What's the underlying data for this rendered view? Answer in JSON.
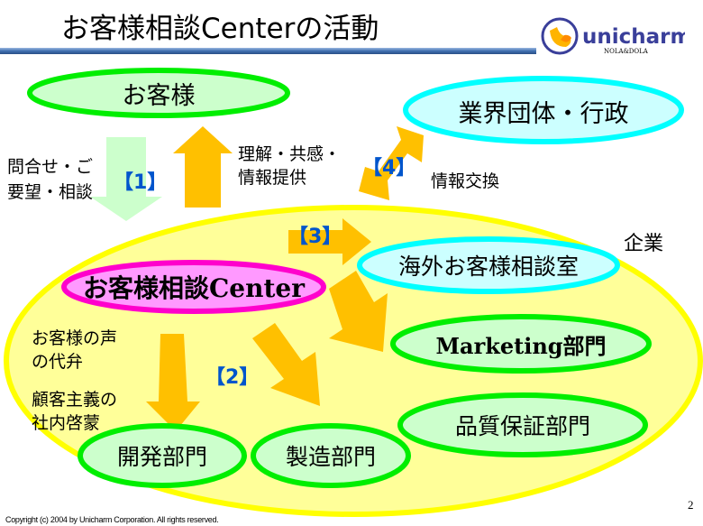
{
  "title": "お客様相談Centerの活動",
  "logo": {
    "brand": "unicharm",
    "sub": "NOLA&DOLA"
  },
  "nodes": {
    "customer": "お客様",
    "industry": "業界団体・行政",
    "center": "お客様相談Center",
    "overseas": "海外お客様相談室",
    "marketing": "Marketing部門",
    "quality": "品質保証部門",
    "development": "開発部門",
    "manufacturing": "製造部門",
    "company": "企業"
  },
  "labels": {
    "inquiry_1": "問合せ・ご",
    "inquiry_2": "要望・相談",
    "n1": "【1】",
    "understand_1": "理解・共感・",
    "understand_2": "情報提供",
    "n4": "【4】",
    "exchange": "情報交換",
    "n3": "【3】",
    "voice_1": "お客様の声",
    "voice_2": "の代弁",
    "cust_1": "顧客主義の",
    "cust_2": "社内啓蒙",
    "n2": "【2】"
  },
  "footer": {
    "copyright": "Copyright (c) 2004 by Unicharm  Corporation. All rights reserved.",
    "page": "2"
  },
  "colors": {
    "arrow": "#FFC000",
    "company": "#FFFF99",
    "green": "#00EE00",
    "cyan": "#00FFFF",
    "magenta": "#FF00CC"
  }
}
